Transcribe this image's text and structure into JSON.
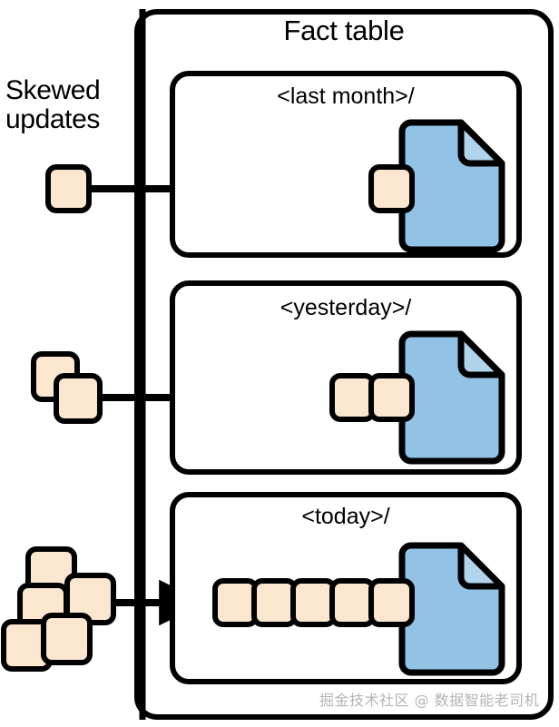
{
  "diagram": {
    "title": "Fact table",
    "left_label": "Skewed\nupdates",
    "watermark": "掘金技术社区 @ 数据智能老司机",
    "colors": {
      "update_box_fill": "#FBE7D0",
      "file_fill": "#92C3E6",
      "file_fold_fill": "#AFD4EC",
      "stroke": "#000000",
      "background": "#FFFFFF",
      "watermark": "#B4B4B4"
    },
    "partitions": [
      {
        "name": "last-month",
        "label": "<last month>/",
        "incoming_update_count": 1,
        "appended_block_count": 1,
        "file_icon": "document-icon"
      },
      {
        "name": "yesterday",
        "label": "<yesterday>/",
        "incoming_update_count": 2,
        "appended_block_count": 2,
        "file_icon": "document-icon"
      },
      {
        "name": "today",
        "label": "<today>/",
        "incoming_update_count": 5,
        "appended_block_count": 5,
        "file_icon": "document-icon"
      }
    ]
  }
}
